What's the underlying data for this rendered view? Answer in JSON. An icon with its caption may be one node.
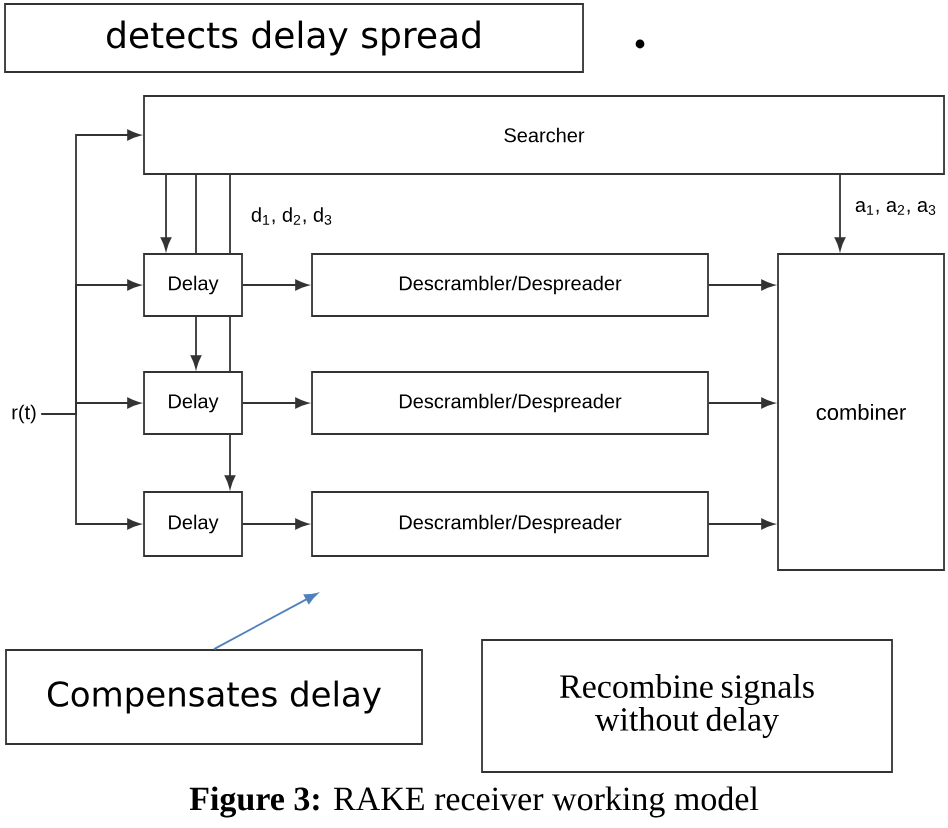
{
  "diagram": {
    "caption": "**Figure 3:** RAKE receiver working model",
    "nodes": [
      {
        "text": [
          "detects delay spread"
        ]
      },
      {
        "text": [
          "Searcher"
        ]
      },
      {
        "text": [
          "Delay"
        ]
      },
      {
        "text": [
          "Delay"
        ]
      },
      {
        "text": [
          "Delay"
        ]
      },
      {
        "text": [
          "Descrambler/Despreader"
        ]
      },
      {
        "text": [
          "Descrambler/Despreader"
        ]
      },
      {
        "text": [
          "Descrambler/Despreader"
        ]
      },
      {
        "text": [
          "combiner"
        ]
      },
      {
        "text": [
          "r(t)"
        ]
      },
      {
        "text": [
          "Compensates delay"
        ]
      },
      {
        "text": [
          "Recombine signals without delay"
        ]
      }
    ],
    "edges": [
      {
        "from": 9,
        "to": 1,
        "arrow": "to"
      },
      {
        "from": 9,
        "to": 2,
        "arrow": "to"
      },
      {
        "from": 9,
        "to": 3,
        "arrow": "to"
      },
      {
        "from": 9,
        "to": 4,
        "arrow": "to"
      },
      {
        "from": 1,
        "to": 2,
        "arrow": "to"
      },
      {
        "from": 1,
        "to": 2,
        "arrow": "none"
      },
      {
        "from": 2,
        "to": 3,
        "arrow": "to"
      },
      {
        "from": 1,
        "to": 2,
        "arrow": "none"
      },
      {
        "from": 2,
        "to": 3,
        "arrow": "none"
      },
      {
        "from": 3,
        "to": 4,
        "arrow": "to"
      },
      {
        "from": 2,
        "to": 5,
        "arrow": "to"
      },
      {
        "from": 3,
        "to": 6,
        "arrow": "to"
      },
      {
        "from": 4,
        "to": 7,
        "arrow": "to"
      },
      {
        "from": 5,
        "to": 8,
        "arrow": "to"
      },
      {
        "from": 6,
        "to": 8,
        "arrow": "to"
      },
      {
        "from": 7,
        "to": 8,
        "arrow": "to"
      },
      {
        "from": 1,
        "to": 8,
        "arrow": "to"
      },
      {
        "from": 10,
        "to": null,
        "arrow": "to",
        "color": "#4f81bd"
      }
    ],
    "labels": [
      "d$_{1}$, d$_{2}$, d$_{3}$",
      "a$_{1}$, a$_{2}$, a$_{3}$"
    ]
  }
}
